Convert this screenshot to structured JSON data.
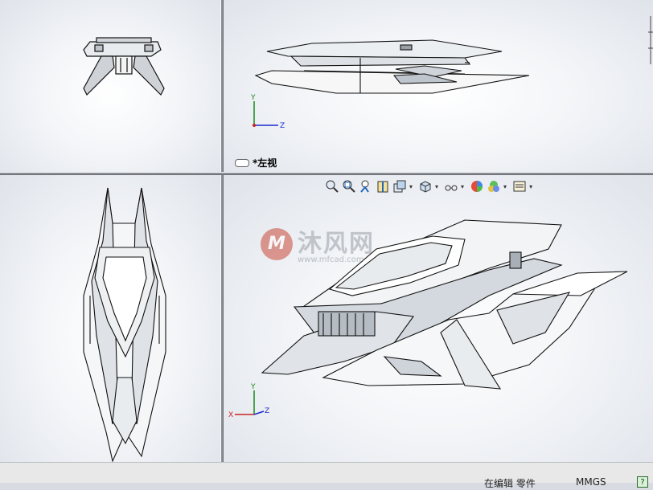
{
  "views": {
    "front": {
      "name": "front-view"
    },
    "left": {
      "label": "*左视"
    },
    "top": {
      "name": "top-view"
    },
    "iso": {
      "name": "isometric-view"
    }
  },
  "triad": {
    "x": "X",
    "y": "Y",
    "z": "Z"
  },
  "toolbar": {
    "icons": [
      "zoom-to-fit-icon",
      "zoom-area-icon",
      "previous-view-icon",
      "section-view-icon",
      "view-orientation-icon",
      "display-style-icon",
      "hide-show-icon",
      "edit-appearance-icon",
      "apply-scene-icon",
      "view-settings-icon"
    ]
  },
  "watermark": {
    "logo": "M",
    "brand": "沐风网",
    "url": "www.mfcad.com"
  },
  "status": {
    "editing": "在编辑 零件",
    "units": "MMGS"
  }
}
